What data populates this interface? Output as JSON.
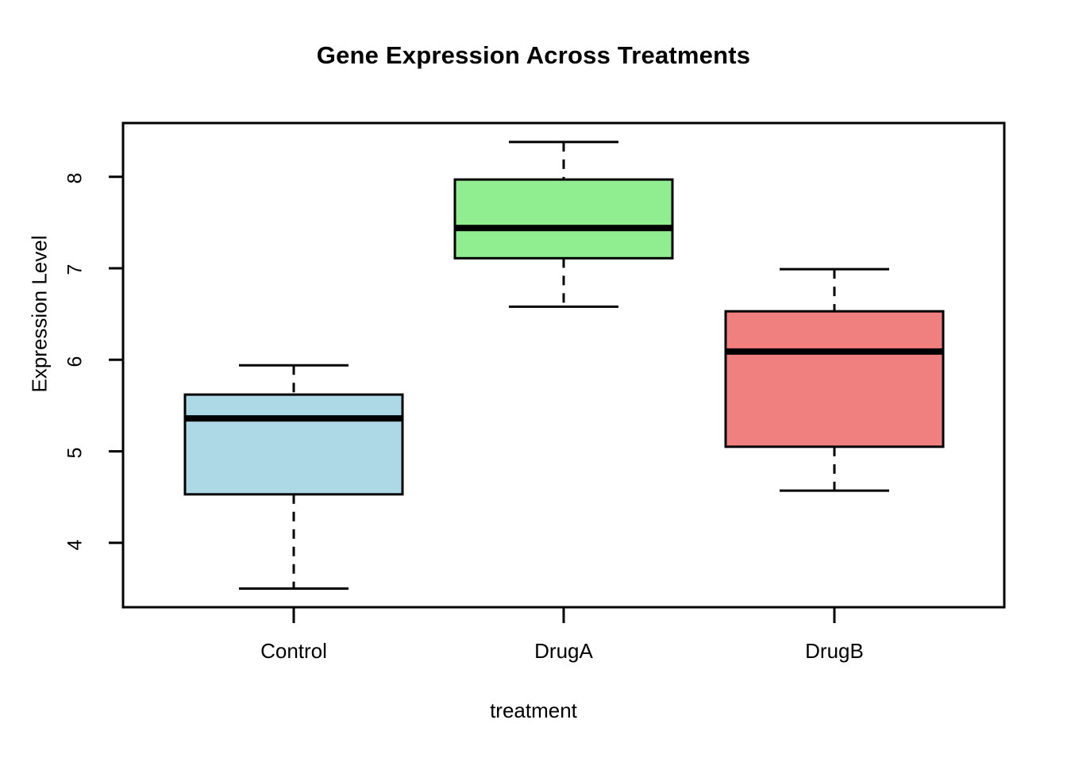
{
  "chart_data": {
    "type": "box",
    "title": "Gene Expression Across Treatments",
    "xlabel": "treatment",
    "ylabel": "Expression Level",
    "categories": [
      "Control",
      "DrugA",
      "DrugB"
    ],
    "ylim": [
      3.35,
      8.55
    ],
    "y_ticks": [
      4,
      5,
      6,
      7,
      8
    ],
    "y_tick_labels": [
      "4",
      "5",
      "6",
      "7",
      "8"
    ],
    "grid": false,
    "legend": "none",
    "box_colors": [
      "#ADD8E6",
      "#90EE90",
      "#F08080"
    ],
    "border_color": "#000000",
    "median_color": "#000000",
    "boxes": [
      {
        "name": "Control",
        "color": "#ADD8E6",
        "whisker_low": 3.5,
        "q1": 4.53,
        "median": 5.36,
        "q3": 5.62,
        "whisker_high": 5.94,
        "outliers": []
      },
      {
        "name": "DrugA",
        "color": "#90EE90",
        "whisker_low": 6.58,
        "q1": 7.11,
        "median": 7.44,
        "q3": 7.97,
        "whisker_high": 8.38,
        "outliers": []
      },
      {
        "name": "DrugB",
        "color": "#F08080",
        "whisker_low": 4.57,
        "q1": 5.05,
        "median": 6.09,
        "q3": 6.53,
        "whisker_high": 6.99,
        "outliers": []
      }
    ]
  },
  "axis": {
    "y_label_0": "4",
    "y_label_1": "5",
    "y_label_2": "6",
    "y_label_3": "7",
    "y_label_4": "8",
    "x_label_0": "Control",
    "x_label_1": "DrugA",
    "x_label_2": "DrugB"
  }
}
